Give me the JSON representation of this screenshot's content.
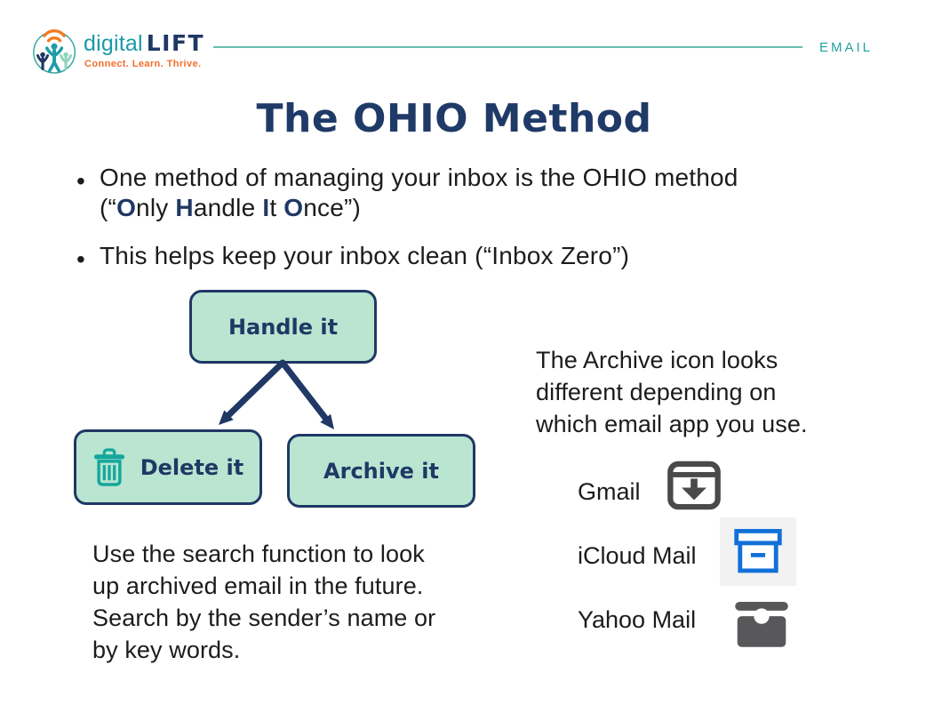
{
  "header": {
    "brand": {
      "word1": "digital",
      "word2": "LIFT",
      "tagline": "Connect. Learn. Thrive."
    },
    "section_label": "EMAIL"
  },
  "title": "The OHIO Method",
  "bullet_glyph": "•",
  "bullets": {
    "b1_line1": "One method of managing your inbox is the OHIO method",
    "b1_line2": {
      "p0": "(“",
      "p1": "O",
      "p2": "nly ",
      "p3": "H",
      "p4": "andle ",
      "p5": "I",
      "p6": "t ",
      "p7": "O",
      "p8": "nce”)"
    },
    "b2": "This helps keep your inbox clean (“Inbox Zero”)"
  },
  "flowchart": {
    "handle": "Handle it",
    "delete": "Delete it",
    "archive": "Archive it"
  },
  "archive_note": {
    "line1": "The Archive icon looks",
    "line2": "different depending on",
    "line3": "which email app you use."
  },
  "apps": [
    {
      "name": "Gmail",
      "icon": "gmail-archive-icon"
    },
    {
      "name": "iCloud Mail",
      "icon": "icloud-archive-icon"
    },
    {
      "name": "Yahoo Mail",
      "icon": "yahoo-archive-icon"
    }
  ],
  "search_tip": {
    "line1": "Use the search function to look",
    "line2": "up archived email in the future.",
    "line3": "Search by the sender’s name or",
    "line4": "by key words."
  },
  "colors": {
    "navy": "#1F3864",
    "teal": "#14A79B",
    "mint": "#B9E5D1",
    "orange": "#F26F2C",
    "divider_teal": "#66BFAC",
    "email_label_teal": "#21A2A0",
    "icloud_blue": "#1170D8",
    "gmail_gray": "#4A4A4A",
    "yahoo_gray": "#58585A"
  }
}
